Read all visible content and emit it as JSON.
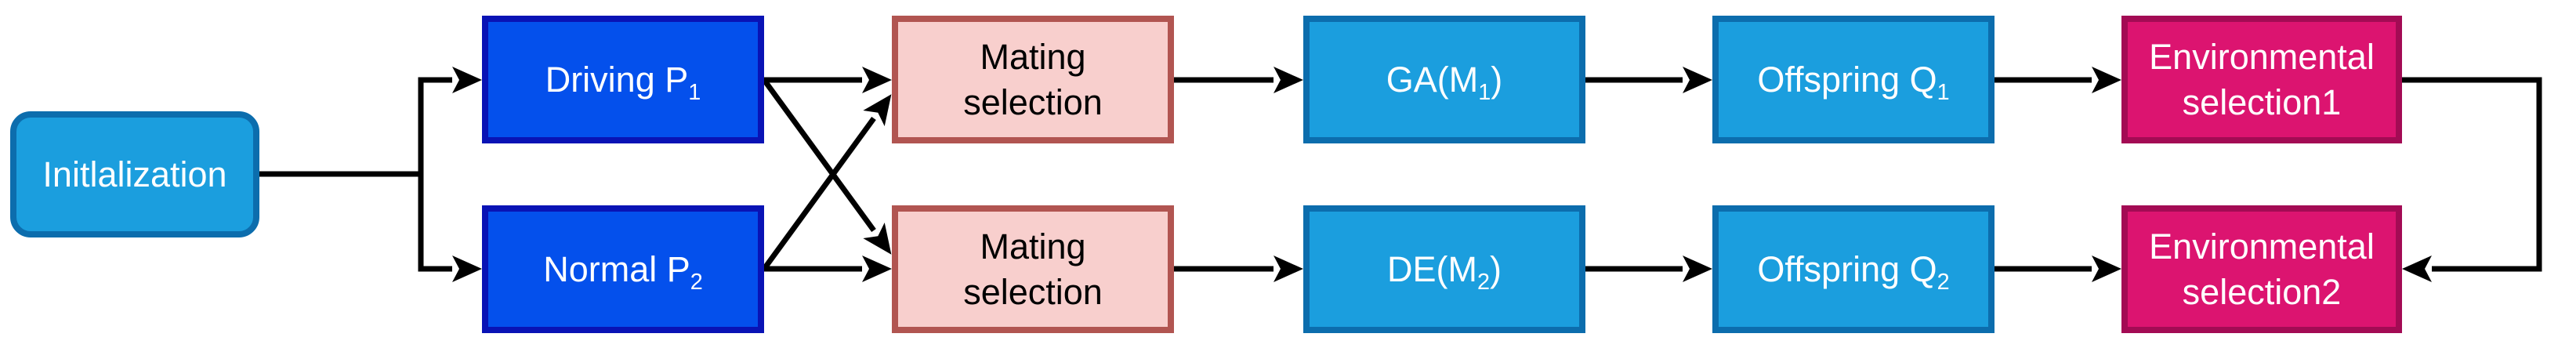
{
  "diagram": {
    "nodes": {
      "initialization": {
        "label": "Initlalization"
      },
      "driving_p1": {
        "text": "Driving P",
        "sub": "1"
      },
      "normal_p2": {
        "text": "Normal P",
        "sub": "2"
      },
      "mating1": {
        "line1": "Mating",
        "line2": "selection"
      },
      "mating2": {
        "line1": "Mating",
        "line2": "selection"
      },
      "ga_m1": {
        "text": "GA(M",
        "sub": "1",
        "post": ")"
      },
      "de_m2": {
        "text": "DE(M",
        "sub": "2",
        "post": ")"
      },
      "offspring_q1": {
        "text": "Offspring Q",
        "sub": "1"
      },
      "offspring_q2": {
        "text": "Offspring Q",
        "sub": "2"
      },
      "env1": {
        "line1": "Environmental",
        "line2": "selection1"
      },
      "env2": {
        "line1": "Environmental",
        "line2": "selection2"
      }
    },
    "edges": [
      {
        "from": "initialization",
        "to": "driving_p1"
      },
      {
        "from": "initialization",
        "to": "normal_p2"
      },
      {
        "from": "driving_p1",
        "to": "mating1"
      },
      {
        "from": "driving_p1",
        "to": "mating2"
      },
      {
        "from": "normal_p2",
        "to": "mating2"
      },
      {
        "from": "normal_p2",
        "to": "mating1"
      },
      {
        "from": "mating1",
        "to": "ga_m1"
      },
      {
        "from": "mating2",
        "to": "de_m2"
      },
      {
        "from": "ga_m1",
        "to": "offspring_q1"
      },
      {
        "from": "de_m2",
        "to": "offspring_q2"
      },
      {
        "from": "offspring_q1",
        "to": "env1"
      },
      {
        "from": "offspring_q2",
        "to": "env2"
      },
      {
        "from": "env1",
        "to": "env2"
      }
    ],
    "colors": {
      "operator_fill": "#1B9EDE",
      "operator_border": "#0C6DAD",
      "population_fill": "#0450EC",
      "population_border": "#0913B5",
      "mating_fill": "#F8CFCD",
      "mating_border": "#B15551",
      "env_fill": "#DC1470",
      "env_border": "#A30B54",
      "arrow": "#000000"
    }
  }
}
